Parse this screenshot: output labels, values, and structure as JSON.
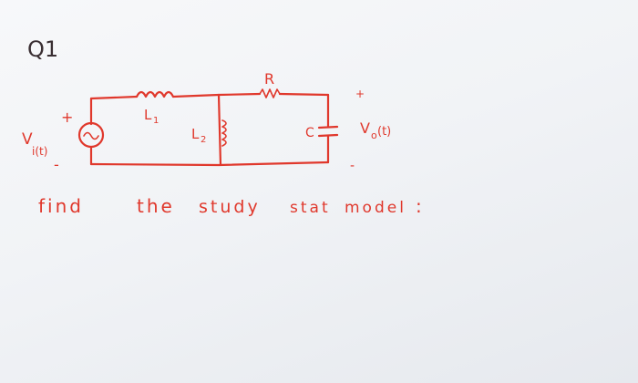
{
  "question": {
    "label": "Q1"
  },
  "circuit": {
    "source_label": "V",
    "source_subscript": "i(t)",
    "source_plus": "+",
    "source_minus": "-",
    "inductor1_label": "L",
    "inductor1_subscript": "1",
    "inductor2_label": "L",
    "inductor2_subscript": "2",
    "resistor_label": "R",
    "capacitor_label": "C",
    "output_label": "V",
    "output_subscript": "o",
    "output_arg": "(t)",
    "output_plus": "+",
    "output_minus": "-"
  },
  "instruction": {
    "word1": "find",
    "word2": "the",
    "word3": "study",
    "word4": "stat",
    "word5": "model",
    "colon": ":"
  },
  "colors": {
    "ink_red": "#e0382c",
    "ink_dark": "#3a2f33",
    "paper": "#f2f4f7"
  }
}
